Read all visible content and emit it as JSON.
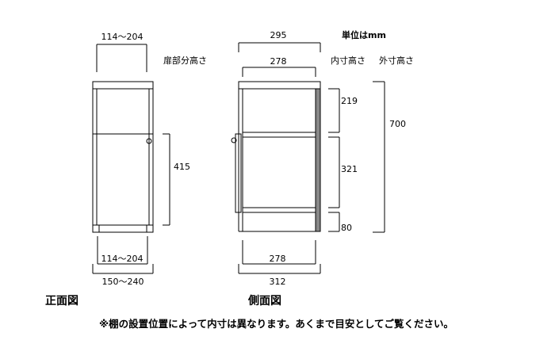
{
  "unit_note": "単位はmm",
  "front": {
    "title": "正面図",
    "door_height_heading": "扉部分高さ",
    "dims": {
      "top_width": "114～204",
      "door_height": "415",
      "bottom_inner_width": "114～204",
      "overall_width": "150～240"
    }
  },
  "side": {
    "title": "側面図",
    "headings": {
      "inner": "内寸高さ",
      "outer": "外寸高さ"
    },
    "dims": {
      "top_depth": "295",
      "inner_depth_top": "278",
      "inner_upper": "219",
      "inner_middle": "321",
      "inner_bottom": "80",
      "outer_height": "700",
      "inner_depth_bottom": "278",
      "overall_depth": "312"
    }
  },
  "footnote": "※棚の設置位置によって内寸は異なります。あくまで目安としてご覧ください。"
}
